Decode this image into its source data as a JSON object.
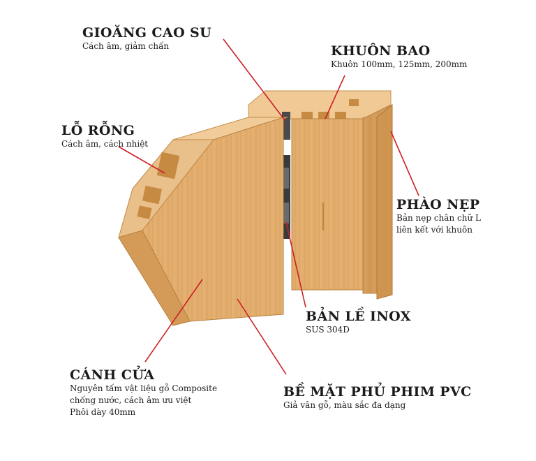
{
  "colors": {
    "leader_line": "#cc2028",
    "wood_light": "#e9b97a",
    "wood_mid": "#d9a262",
    "wood_dark": "#b9823e",
    "hinge": "#3a3a3a"
  },
  "callouts": [
    {
      "id": "gioang-cao-su",
      "title": "GIOĂNG CAO SU",
      "lines": [
        "Cách âm, giảm chấn"
      ]
    },
    {
      "id": "khuon-bao",
      "title": "KHUÔN BAO",
      "lines": [
        "Khuôn 100mm, 125mm, 200mm"
      ]
    },
    {
      "id": "lo-rong",
      "title": "LỖ RỖNG",
      "lines": [
        "Cách âm, cách nhiệt"
      ]
    },
    {
      "id": "phao-nep",
      "title": "PHÀO NẸP",
      "lines": [
        "Bản nẹp chân chữ L",
        "liên kết với khuôn"
      ]
    },
    {
      "id": "ban-le-inox",
      "title": "BẢN LỀ INOX",
      "lines": [
        "SUS 304D"
      ]
    },
    {
      "id": "canh-cua",
      "title": "CÁNH CỬA",
      "lines": [
        "Nguyên tấm vật liệu gỗ Composite",
        "chống nước, cách âm ưu việt",
        "Phôi dày 40mm"
      ]
    },
    {
      "id": "be-mat-phu-phim",
      "title": "BỀ MẶT PHỦ PHIM PVC",
      "lines": [
        "Giả vân gỗ, màu sắc đa dạng"
      ]
    }
  ]
}
